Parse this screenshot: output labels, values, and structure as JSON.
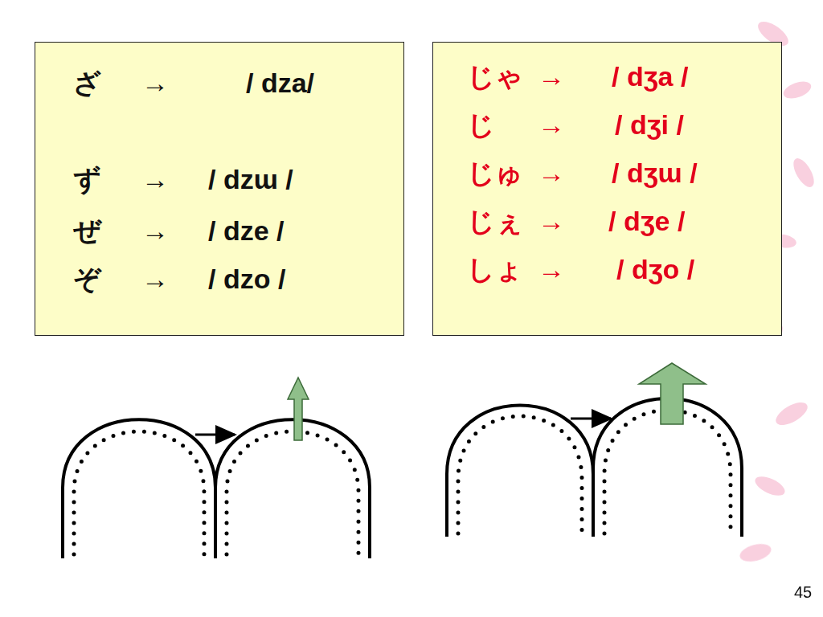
{
  "diagram": {
    "nodes": [
      {
        "text": [
          "ざ",
          "→",
          "/ dza/",
          "ず",
          "→",
          "/  dzɯ /",
          "ぜ",
          "→",
          "/ dze /",
          "ぞ",
          "→",
          "/ dzo /"
        ]
      },
      {
        "text": [
          "じゃ",
          "→",
          "/ dʒa /",
          "じ",
          "→",
          "/ dʒi /",
          "じゅ",
          "→",
          "/ dʒɯ /",
          "じぇ",
          "→",
          "/ dʒe /",
          "しょ",
          "→",
          "/ dʒo /"
        ]
      }
    ],
    "labels": [
      "45"
    ]
  }
}
